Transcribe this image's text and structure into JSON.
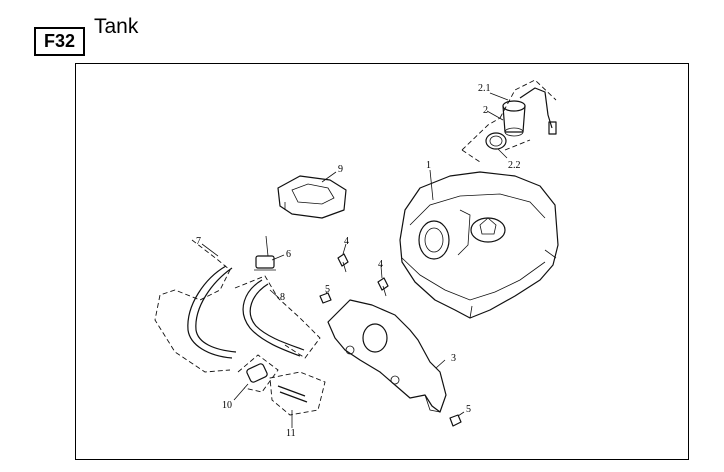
{
  "header": {
    "code": "F32",
    "title": "Tank"
  },
  "callouts": [
    {
      "id": "1",
      "text": "1"
    },
    {
      "id": "2",
      "text": "2"
    },
    {
      "id": "2_1",
      "text": "2.1"
    },
    {
      "id": "2_2",
      "text": "2.2"
    },
    {
      "id": "3",
      "text": "3"
    },
    {
      "id": "4a",
      "text": "4"
    },
    {
      "id": "4b",
      "text": "4"
    },
    {
      "id": "5a",
      "text": "5"
    },
    {
      "id": "5b",
      "text": "5"
    },
    {
      "id": "6",
      "text": "6"
    },
    {
      "id": "7",
      "text": "7"
    },
    {
      "id": "8",
      "text": "8"
    },
    {
      "id": "9",
      "text": "9"
    },
    {
      "id": "10",
      "text": "10"
    },
    {
      "id": "11",
      "text": "11"
    }
  ]
}
